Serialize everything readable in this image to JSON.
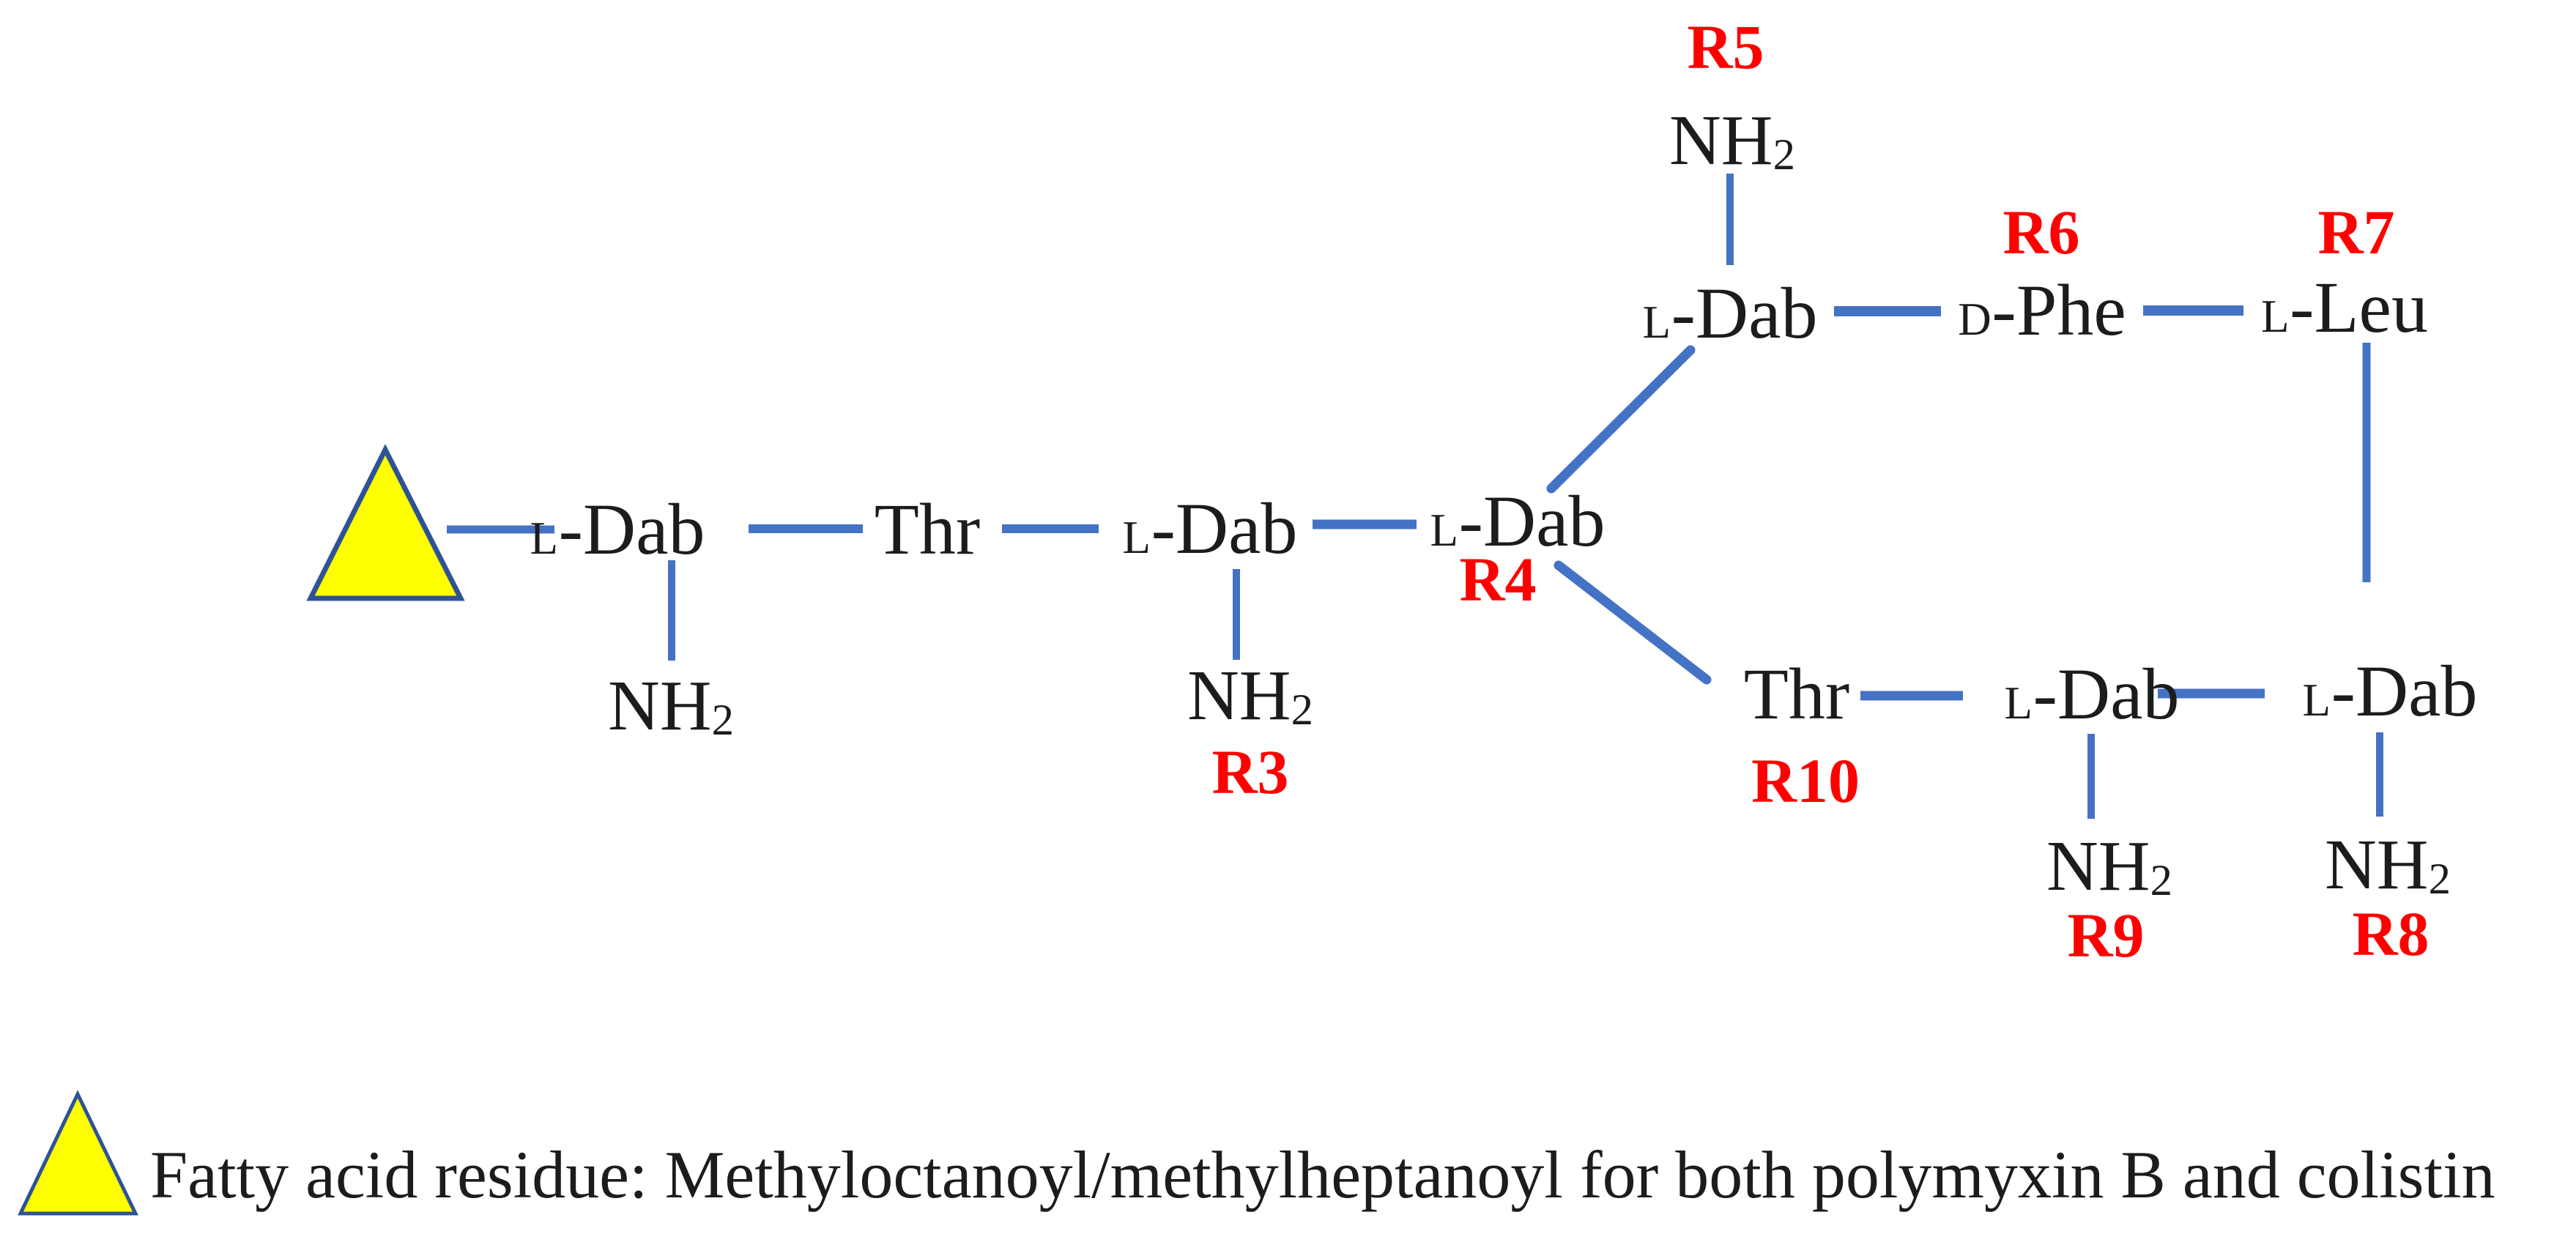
{
  "palette": {
    "background": "#FFFFFF",
    "bond_blue": "#4472C4",
    "triangle_fill": "#FFFF00",
    "triangle_border": "#2E5395",
    "label_red": "#FF0000",
    "text_black": "#1C1C1C"
  },
  "residues": {
    "dab1": {
      "prefix": "L",
      "name": "-Dab"
    },
    "thr2": {
      "name": "Thr"
    },
    "dab3": {
      "prefix": "L",
      "name": "-Dab"
    },
    "dab4": {
      "prefix": "L",
      "name": "-Dab"
    },
    "dab5": {
      "prefix": "L",
      "name": "-Dab"
    },
    "phe6": {
      "prefix": "D",
      "name": "-Phe"
    },
    "leu7": {
      "prefix": "L",
      "name": "-Leu"
    },
    "dab8": {
      "prefix": "L",
      "name": "-Dab"
    },
    "dab9": {
      "prefix": "L",
      "name": "-Dab"
    },
    "thr10": {
      "name": "Thr"
    }
  },
  "amine": {
    "label": "NH",
    "subscript": "2"
  },
  "r_labels": {
    "r3": "R3",
    "r4": "R4",
    "r5": "R5",
    "r6": "R6",
    "r7": "R7",
    "r8": "R8",
    "r9": "R9",
    "r10": "R10"
  },
  "legend": {
    "text": "Fatty acid residue: Methyloctanoyl/methylheptanoyl for both polymyxin B and colistin"
  }
}
